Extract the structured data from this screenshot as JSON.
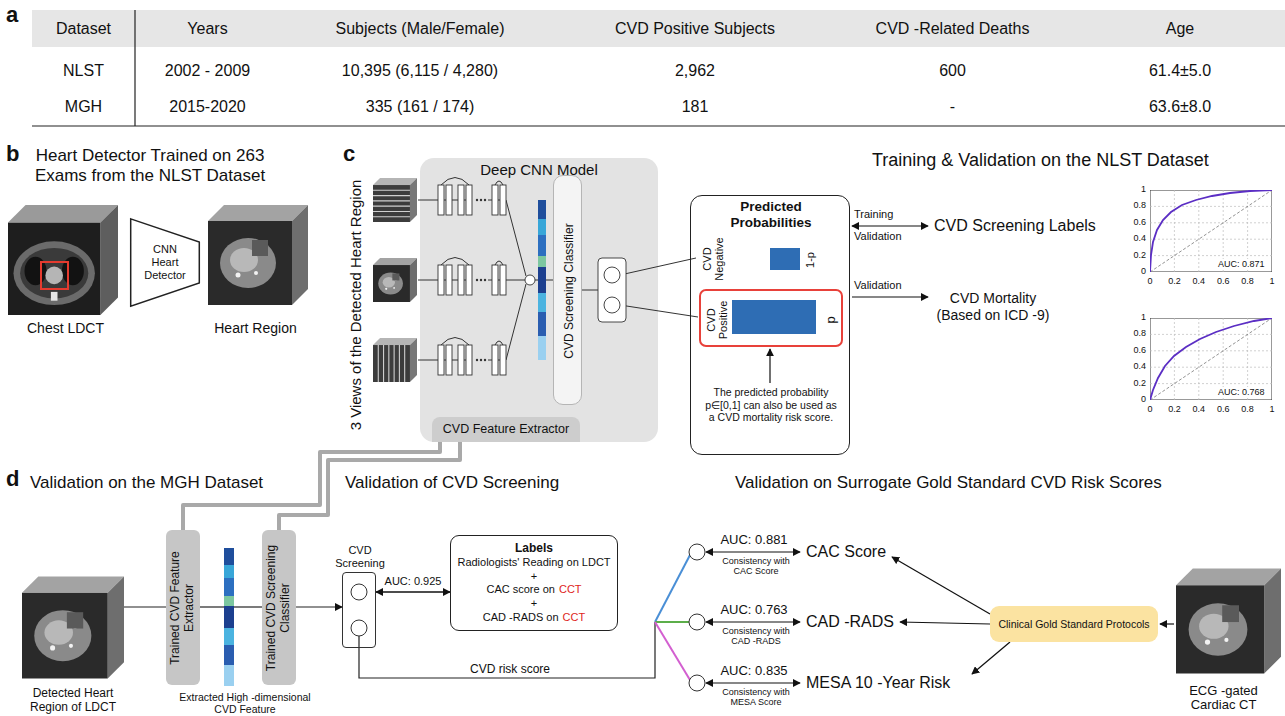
{
  "diagram": {
    "nodes": [
      {
        "text": [
          "CNN Heart Detector"
        ]
      },
      {
        "text": [
          "Deep CNN Model"
        ]
      },
      {
        "text": [
          "CVD Feature Extractor"
        ],
        "in": 1
      },
      {
        "text": [
          "CVD Screening Classifier"
        ],
        "in": 1
      },
      {
        "text": [
          "Predicted Probabilities",
          "CVD Negative",
          "1-p",
          "The predicted probability p∈[0,1] can also be used as a CVD mortality risk score."
        ]
      },
      {
        "text": [
          "CVD Positive",
          "p"
        ],
        "in": 4
      },
      {
        "text": [
          "Trained CVD Feature Extractor"
        ]
      },
      {
        "text": [
          "Trained CVD Screening Classifier"
        ]
      },
      {
        "text": [
          "CVD Screening"
        ]
      },
      {
        "text": [
          "Labels",
          "Radiologists' Reading on LDCT",
          "+",
          "CAC score on",
          "CCT",
          "+",
          "CAD -RADS on",
          "CCT"
        ]
      },
      {
        "text": [
          "Clinical Gold Standard Protocols"
        ]
      }
    ],
    "edges": [
      {
        "from": 1,
        "to": 6,
        "arrow": "none"
      },
      {
        "from": 1,
        "to": 7,
        "arrow": "none"
      },
      {
        "from": 8,
        "to": 9,
        "arrow": "both",
        "label": "AUC: 0.925"
      }
    ],
    "labels": [
      "a",
      "Dataset",
      "Years",
      "Subjects (Male/Female)",
      "CVD Positive Subjects",
      "CVD -Related Deaths",
      "Age",
      "NLST",
      "2002 - 2009",
      "10,395 (6,115 / 4,280)",
      "2,962",
      "600",
      "61.4±5.0",
      "MGH",
      "2015-2020",
      "335 (161 / 174)",
      "181",
      "-",
      "63.6±8.0",
      "b",
      "Heart Detector Trained on 263 Exams from the NLST Dataset",
      "Chest LDCT",
      "Heart Region",
      "c",
      "3 Views of the Detected Heart Region",
      "Training & Validation on the NLST Dataset",
      "Training",
      "Validation",
      "CVD Screening Labels",
      "Validation",
      "CVD Mortality (Based on ICD -9)",
      "1",
      "0.8",
      "0.6",
      "0.4",
      "0.2",
      "0",
      "0",
      "0.2",
      "0.4",
      "0.6",
      "0.8",
      "1",
      "AUC: 0.871",
      "1",
      "0.8",
      "0.6",
      "0.4",
      "0.2",
      "0",
      "0",
      "0.2",
      "0.4",
      "0.6",
      "0.8",
      "1",
      "AUC: 0.768",
      "d",
      "Validation on the MGH Dataset",
      "Detected Heart Region of LDCT",
      "Extracted High -dimensional CVD Feature",
      "Validation of CVD Screening",
      "CVD risk score",
      "Validation on Surrogate Gold Standard CVD Risk Scores",
      "AUC: 0.881",
      "Consistency with CAC Score",
      "CAC Score",
      "AUC: 0.763",
      "Consistency with CAD -RADS",
      "CAD -RADS",
      "AUC: 0.835",
      "Consistency with MESA Score",
      "MESA 10 -Year Risk",
      "ECG -gated Cardiac CT"
    ]
  }
}
